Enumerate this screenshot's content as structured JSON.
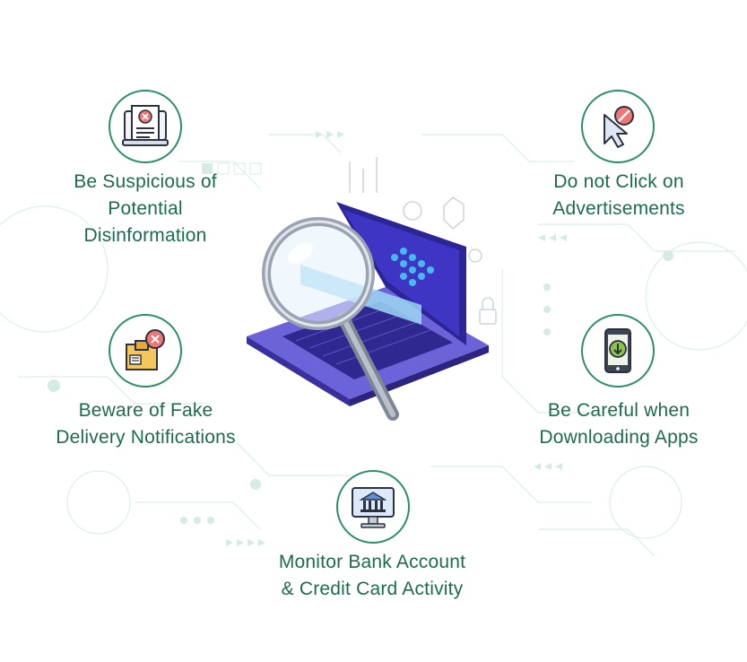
{
  "tips": [
    {
      "id": "suspicious",
      "lines": [
        "Be Suspicious of",
        "Potential",
        "Disinformation"
      ],
      "icon": "document-error-icon"
    },
    {
      "id": "advertisements",
      "lines": [
        "Do not Click on",
        "Advertisements"
      ],
      "icon": "blocked-cursor-icon"
    },
    {
      "id": "delivery",
      "lines": [
        "Beware of Fake",
        "Delivery Notifications"
      ],
      "icon": "fake-package-icon"
    },
    {
      "id": "apps",
      "lines": [
        "Be Careful when",
        "Downloading Apps"
      ],
      "icon": "phone-download-icon"
    },
    {
      "id": "bank",
      "lines": [
        "Monitor Bank Account",
        "& Credit Card Activity"
      ],
      "icon": "bank-screen-icon"
    }
  ],
  "hero": {
    "icon": "laptop-magnifier-icon"
  },
  "colors": {
    "accent": "#2b8f6b",
    "text": "#1d6b4e",
    "laptop": "#3b2fae",
    "circuit": "#d9efe6"
  }
}
